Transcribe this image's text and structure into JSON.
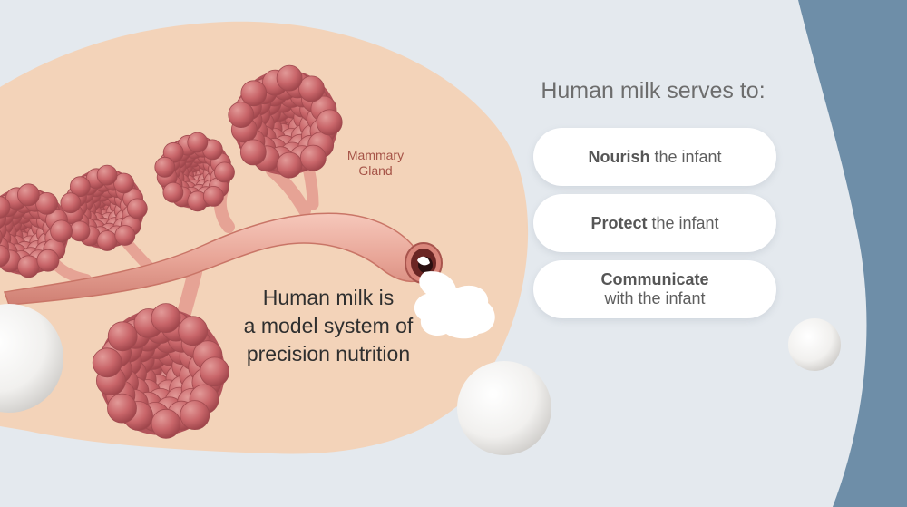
{
  "heading": "Human milk serves to:",
  "functions": [
    {
      "bold": "Nourish",
      "rest": "the infant"
    },
    {
      "bold": "Protect",
      "rest": "the infant"
    },
    {
      "bold": "Communicate",
      "rest": "with the infant"
    }
  ],
  "gland_label": [
    "Mammary",
    "Gland"
  ],
  "center_text": [
    "Human milk is",
    "a model system of",
    "precision nutrition"
  ],
  "colors": {
    "background": "#e4e9ee",
    "side_band": "#6e8ea8",
    "gland_bg": "#f3d3b9",
    "lobule": "#c9686b",
    "duct": "#e9a99a",
    "label_red": "#a65448"
  }
}
